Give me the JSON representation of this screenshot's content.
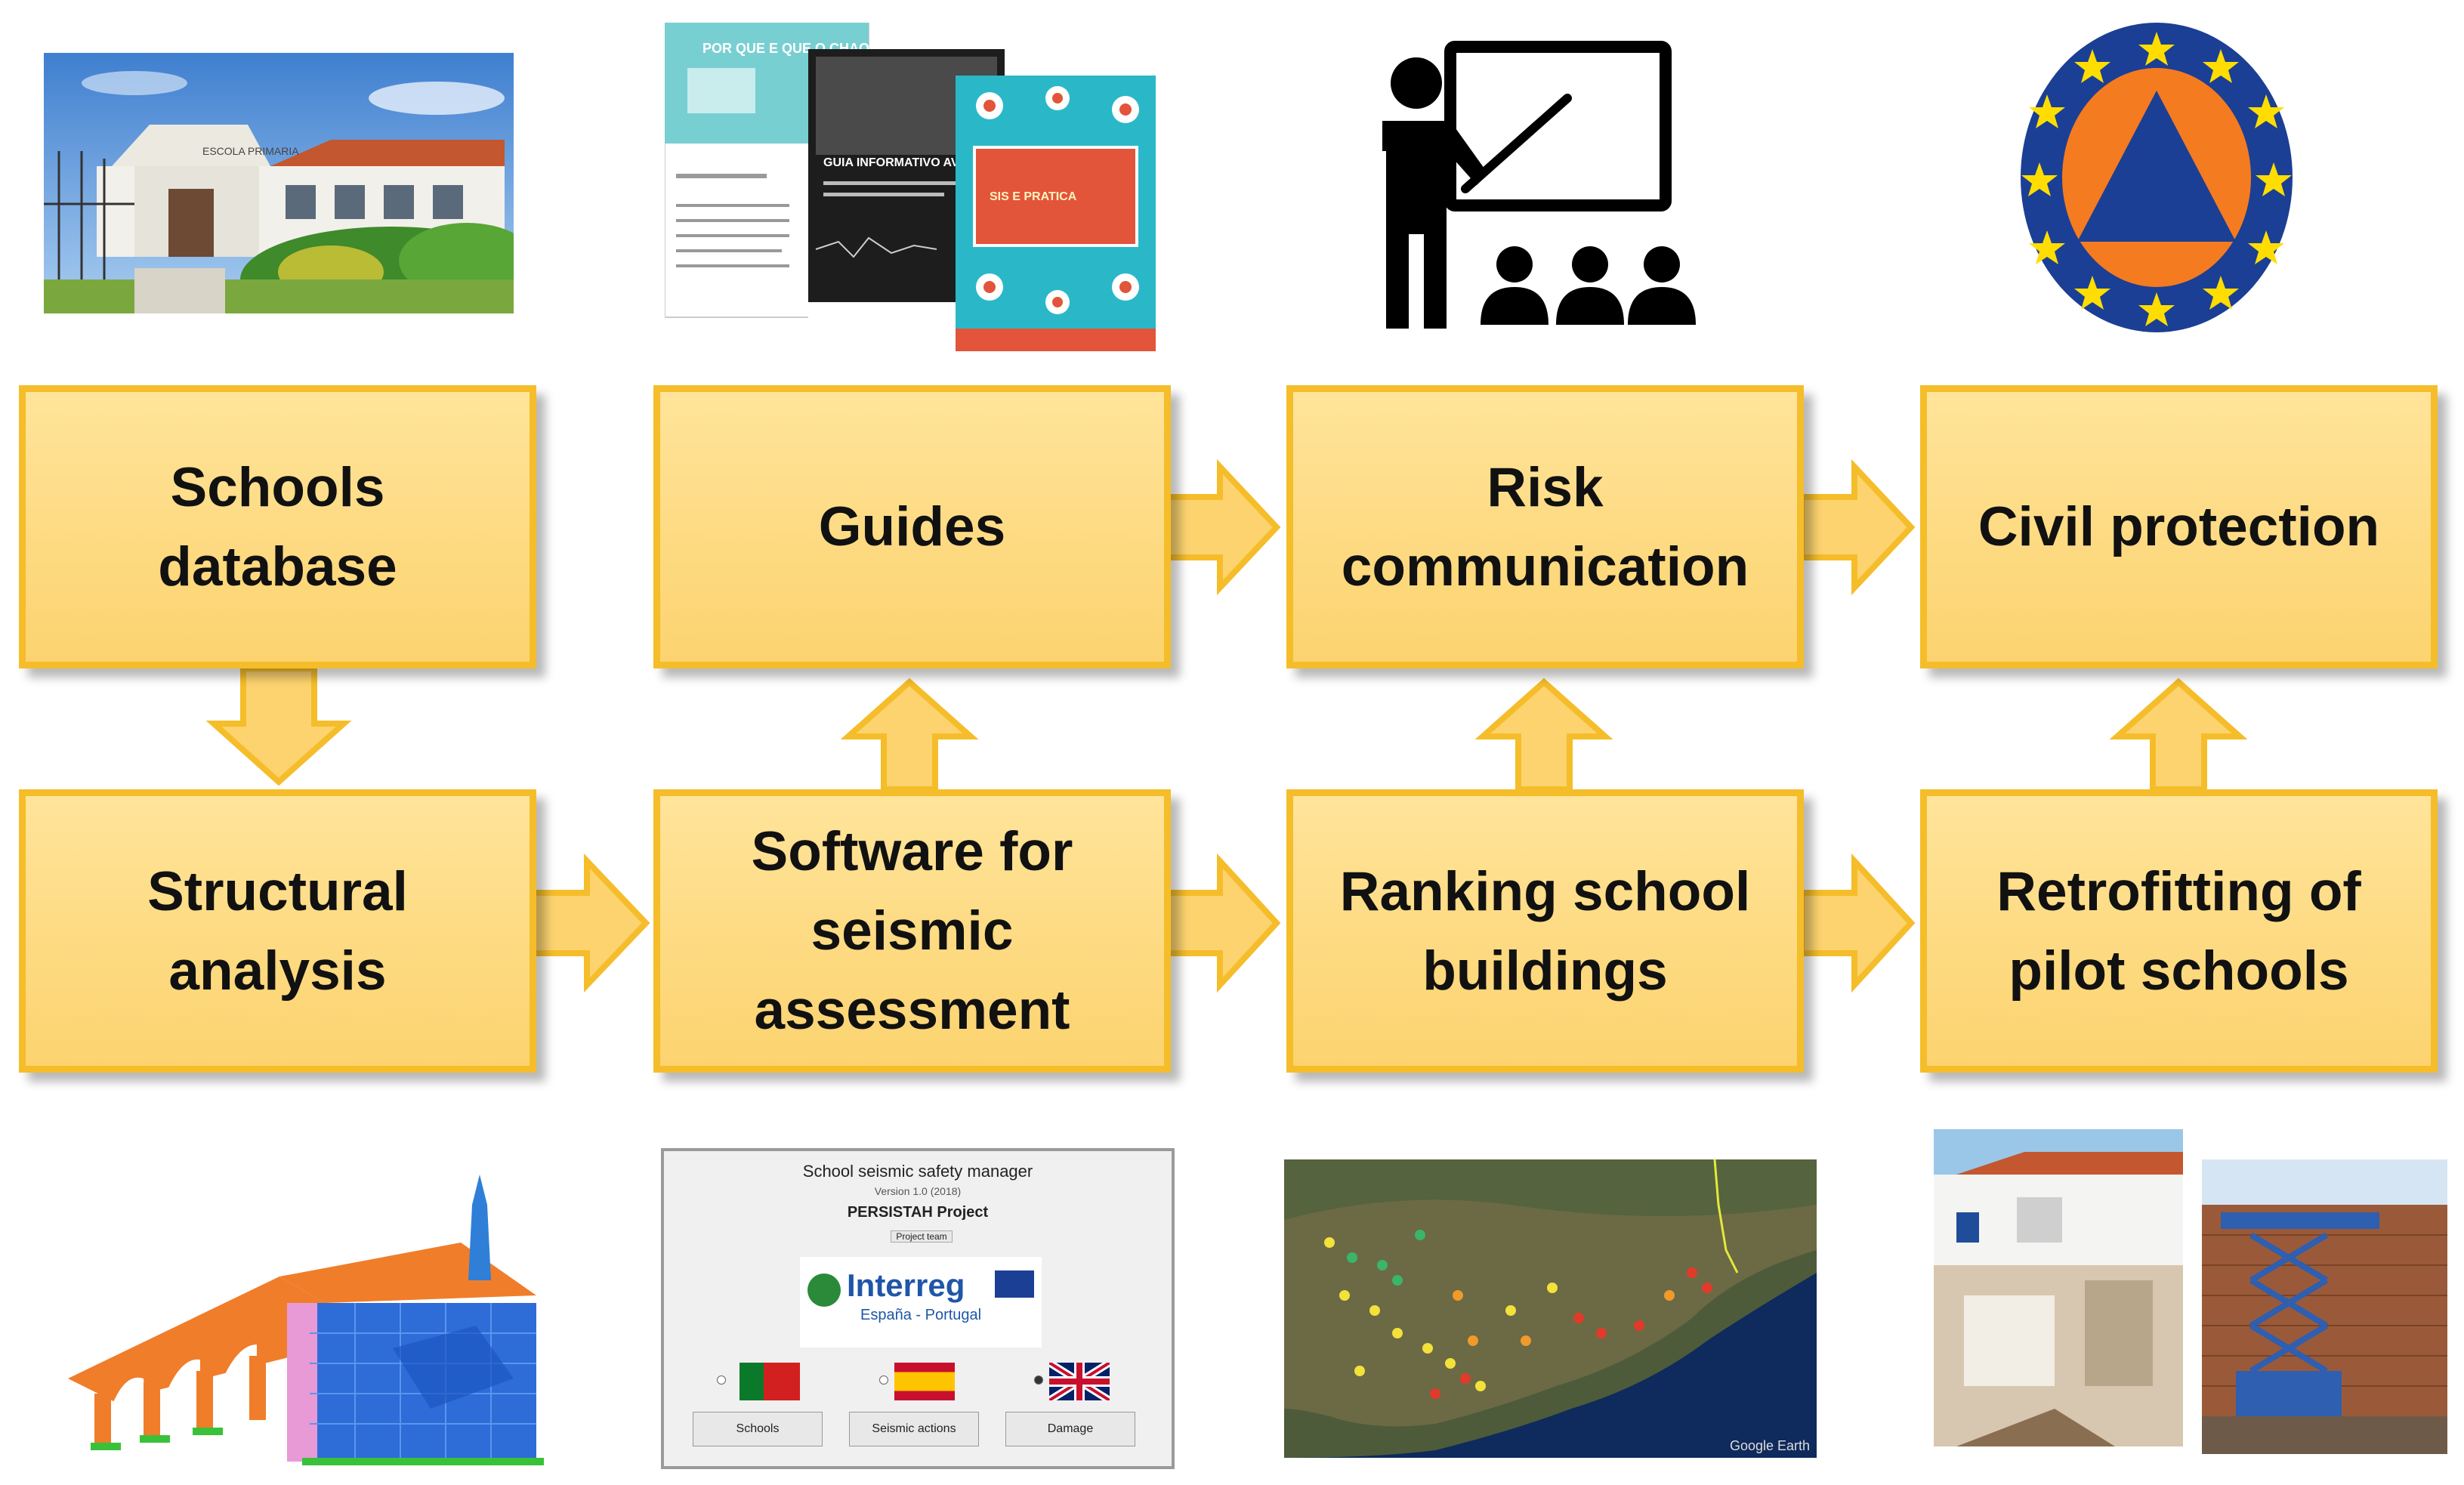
{
  "boxes": {
    "schools_database": "Schools\ndatabase",
    "guides": "Guides",
    "risk_communication": "Risk\ncommunication",
    "civil_protection": "Civil protection",
    "structural_analysis": "Structural\nanalysis",
    "software": "Software for\nseismic\nassessment",
    "ranking": "Ranking school\nbuildings",
    "retrofitting": "Retrofitting of\npilot schools"
  },
  "images": {
    "school_photo": {
      "sign": "ESCOLA PRIMARIA"
    },
    "guides_covers": {
      "cover1_title": "POR QUE E QUE O CHAO SE MOVE?",
      "cover2_title": "GUIA INFORMATIVO AVALIACAO",
      "cover3_title": "SIS E PRATICA"
    },
    "software_window": {
      "title": "School seismic safety manager",
      "version": "Version 1.0 (2018)",
      "project": "PERSISTAH Project",
      "team": "Project team",
      "logo_main": "Interreg",
      "logo_sub": "España - Portugal",
      "btn_schools": "Schools",
      "btn_seismic": "Seismic actions",
      "btn_damage": "Damage"
    },
    "map": {
      "watermark": "Google Earth"
    }
  },
  "colors": {
    "box_fill": "#fcd36f",
    "box_border": "#f5bd2a",
    "arrow_fill": "#fcd36f",
    "arrow_stroke": "#f5bd2a",
    "civil_blue": "#1b3f94",
    "civil_orange": "#f47b20",
    "star_yellow": "#ffdd00"
  }
}
